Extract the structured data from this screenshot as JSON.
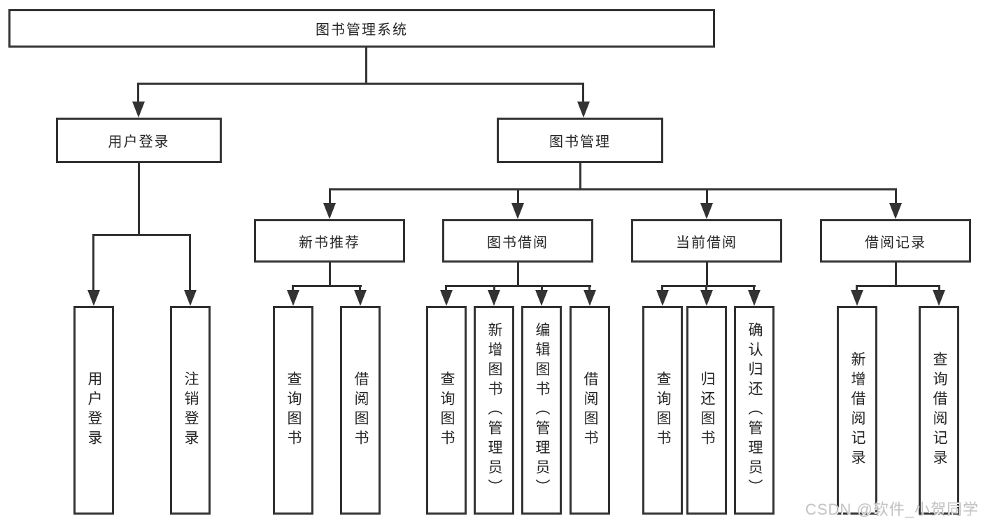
{
  "diagram": {
    "root_label": "图书管理系统",
    "user_login": {
      "label": "用户登录",
      "children": [
        "用户登录",
        "注销登录"
      ]
    },
    "book_mgmt": {
      "label": "图书管理",
      "sections": [
        {
          "label": "新书推荐",
          "children": [
            "查询图书",
            "借阅图书"
          ]
        },
        {
          "label": "图书借阅",
          "children": [
            "查询图书",
            "新增图书（管理员）",
            "编辑图书（管理员）",
            "借阅图书"
          ]
        },
        {
          "label": "当前借阅",
          "children": [
            "查询图书",
            "归还图书",
            "确认归还（管理员）"
          ]
        },
        {
          "label": "借阅记录",
          "children": [
            "新增借阅记录",
            "查询借阅记录"
          ]
        }
      ]
    }
  },
  "watermark": {
    "text": "CSDN @软件_小贺同学"
  },
  "colors": {
    "line": "#333333",
    "box_border": "#333333",
    "box_background": "#ffffff",
    "text": "#262626",
    "watermark": "#c3c3c3"
  }
}
